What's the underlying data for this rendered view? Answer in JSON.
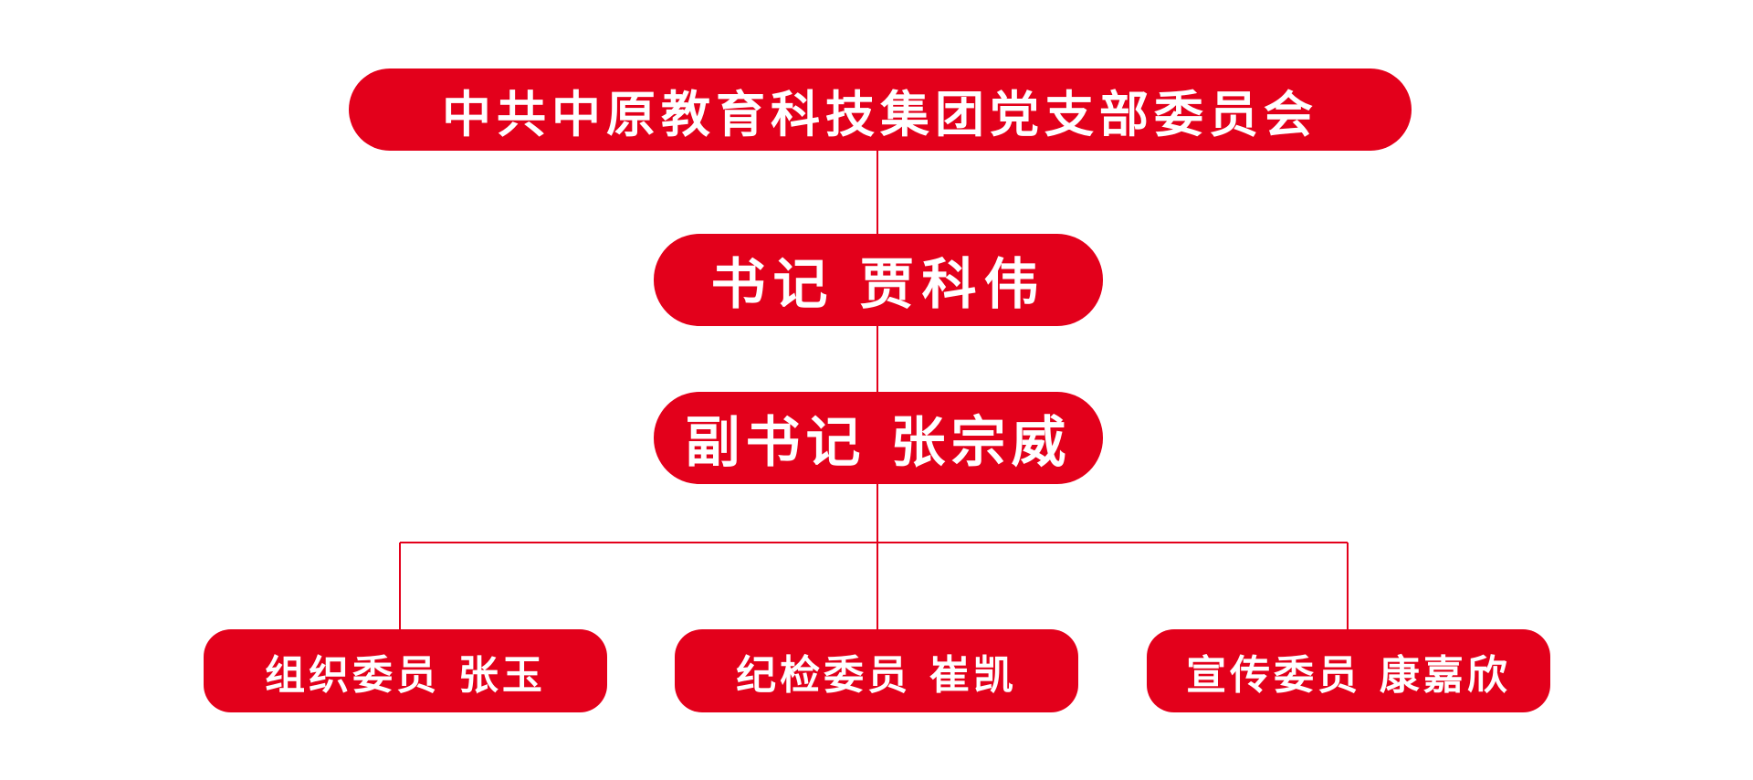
{
  "root": {
    "label": "中共中原教育科技集团党支部委员会"
  },
  "secretary": {
    "title": "书记",
    "name": "贾科伟"
  },
  "deputy_secretary": {
    "title": "副书记",
    "name": "张宗威"
  },
  "members": [
    {
      "title": "组织委员",
      "name": "张玉"
    },
    {
      "title": "纪检委员",
      "name": "崔凯"
    },
    {
      "title": "宣传委员",
      "name": "康嘉欣"
    }
  ],
  "colors": {
    "accent": "#e3001b",
    "text": "#ffffff",
    "background": "#ffffff"
  }
}
